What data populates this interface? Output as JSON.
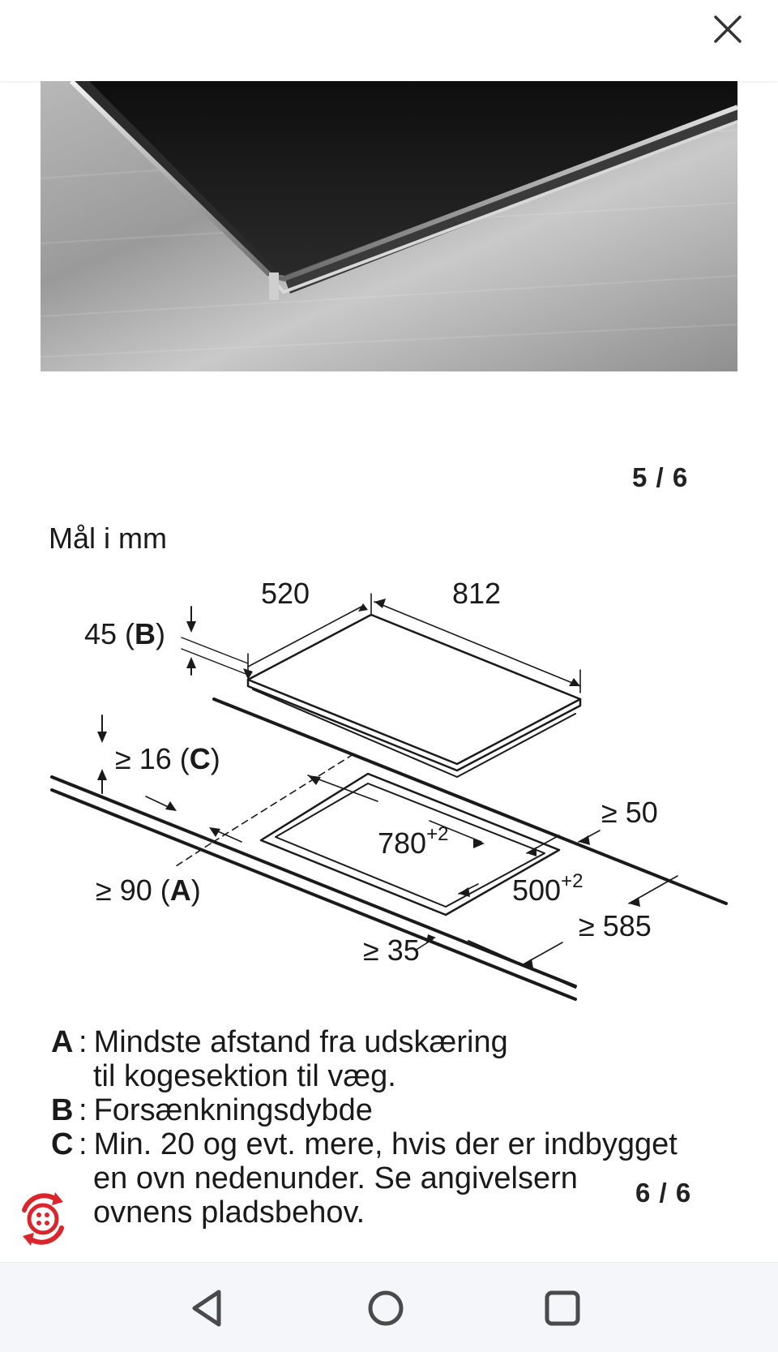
{
  "viewer": {
    "close_icon": "close-icon",
    "counter_top": "5 / 6",
    "counter_bottom": "6 / 6"
  },
  "diagram": {
    "unit_label": "Mål i mm",
    "dims": {
      "d520": "520",
      "d812": "812",
      "d45_num": "45 (",
      "d45_key": "B",
      "d45_end": ")",
      "d16_num": "≥ 16 (",
      "d16_key": "C",
      "d16_end": ")",
      "d90_num": "≥ 90 (",
      "d90_key": "A",
      "d90_end": ")",
      "d780": "780",
      "d780_sup": "+2",
      "d500": "500",
      "d500_sup": "+2",
      "d50": "≥ 50",
      "d585": "≥ 585",
      "d35": "≥ 35"
    }
  },
  "legend": {
    "a_key": "A",
    "a_line1": "Mindste afstand fra udskæring",
    "a_line2": "til kogesektion til væg.",
    "b_key": "B",
    "b_line1": "Forsænkningsdybde",
    "c_key": "C",
    "c_line1": "Min. 20 og evt. mere, hvis der er indbygget",
    "c_line2": "en ovn nedenunder. Se angivelsern",
    "c_line3": "ovnens pladsbehov."
  },
  "colors": {
    "accent_red": "#d9252b",
    "text": "#1a1a1a",
    "nav_bg": "#f4f6fa",
    "nav_icon": "#4a4a4a"
  },
  "nav": {
    "back_icon": "back-triangle-icon",
    "home_icon": "home-circle-icon",
    "recents_icon": "recents-square-icon"
  }
}
